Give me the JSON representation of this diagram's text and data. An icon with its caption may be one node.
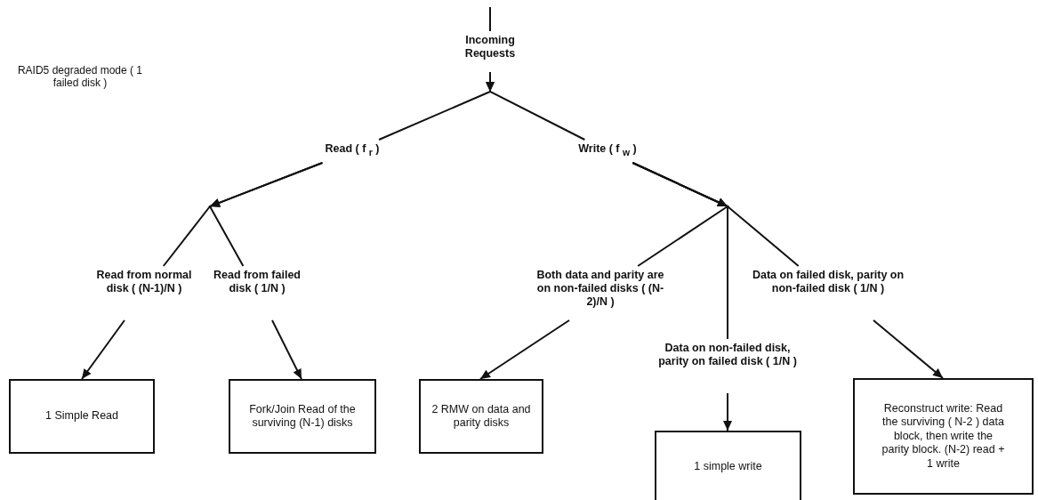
{
  "diagram": {
    "nodes": [
      {
        "text": [
          "Incoming Requests"
        ]
      },
      {
        "text": [
          "Read ( f $_{r}$ )"
        ]
      },
      {
        "text": [
          "Write ( f $_{w}$ )"
        ]
      },
      {
        "text": [
          "Read from normal disk (  (N-1)/N )"
        ]
      },
      {
        "text": [
          "Read from failed disk ( 1/N )"
        ]
      },
      {
        "text": [
          "Both data and parity are on non-failed disks ( (N-2)/N )"
        ]
      },
      {
        "text": [
          "Data on non-failed disk, parity on failed disk ( 1/N )"
        ]
      },
      {
        "text": [
          "Data on failed disk, parity on non-failed disk ( 1/N )"
        ]
      },
      {
        "text": [
          "1 Simple Read"
        ]
      },
      {
        "text": [
          "Fork/Join Read of the surviving (N-1) disks"
        ]
      },
      {
        "text": [
          "2 RMW on data and parity disks"
        ]
      },
      {
        "text": [
          "1 simple write"
        ]
      },
      {
        "text": [
          "Reconstruct write: Read the surviving ( N-2 ) data block, then write the parity block. (N-2) read + 1 write"
        ]
      }
    ],
    "edges": [
      {
        "from": null,
        "to": 0,
        "arrow": "none"
      },
      {
        "from": 0,
        "to": 1,
        "arrow": "to"
      },
      {
        "from": 0,
        "to": 2,
        "arrow": "to"
      },
      {
        "from": 1,
        "to": 3,
        "arrow": "to"
      },
      {
        "from": 1,
        "to": 4,
        "arrow": "to"
      },
      {
        "from": 2,
        "to": 5,
        "arrow": "to"
      },
      {
        "from": 2,
        "to": 6,
        "arrow": "to"
      },
      {
        "from": 2,
        "to": 7,
        "arrow": "to"
      },
      {
        "from": 3,
        "to": 8,
        "arrow": "to"
      },
      {
        "from": 4,
        "to": 9,
        "arrow": "to"
      },
      {
        "from": 5,
        "to": 10,
        "arrow": "to"
      },
      {
        "from": 6,
        "to": 11,
        "arrow": "to"
      },
      {
        "from": 7,
        "to": 12,
        "arrow": "to"
      }
    ],
    "labels": [
      "RAID5 degraded mode ( 1 failed disk )"
    ]
  }
}
